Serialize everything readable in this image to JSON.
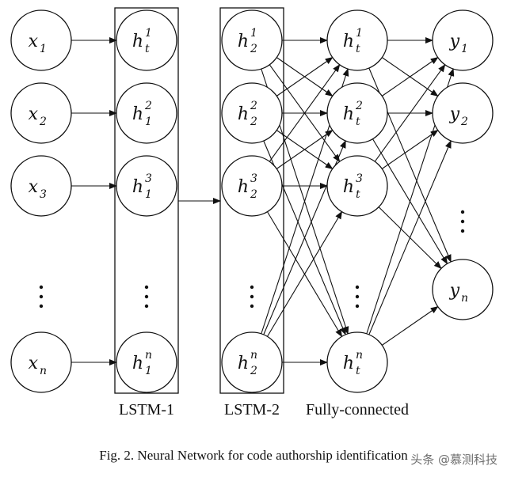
{
  "input_nodes": [
    {
      "base": "x",
      "sub": "1"
    },
    {
      "base": "x",
      "sub": "2"
    },
    {
      "base": "x",
      "sub": "3"
    },
    {
      "base": "x",
      "sub": "n"
    }
  ],
  "lstm1_nodes": [
    {
      "base": "h",
      "sup": "1",
      "sub": "t"
    },
    {
      "base": "h",
      "sup": "2",
      "sub": "1"
    },
    {
      "base": "h",
      "sup": "3",
      "sub": "1"
    },
    {
      "base": "h",
      "sup": "n",
      "sub": "1"
    }
  ],
  "lstm2_nodes": [
    {
      "base": "h",
      "sup": "1",
      "sub": "2"
    },
    {
      "base": "h",
      "sup": "2",
      "sub": "2"
    },
    {
      "base": "h",
      "sup": "3",
      "sub": "2"
    },
    {
      "base": "h",
      "sup": "n",
      "sub": "2"
    }
  ],
  "fc_nodes": [
    {
      "base": "h",
      "sup": "1",
      "sub": "t"
    },
    {
      "base": "h",
      "sup": "2",
      "sub": "t"
    },
    {
      "base": "h",
      "sup": "3",
      "sub": "t"
    },
    {
      "base": "h",
      "sup": "n",
      "sub": "t"
    }
  ],
  "output_nodes": [
    {
      "base": "y",
      "sub": "1"
    },
    {
      "base": "y",
      "sub": "2"
    },
    {
      "base": "y",
      "sub": "n"
    }
  ],
  "labels": {
    "lstm1": "LSTM-1",
    "lstm2": "LSTM-2",
    "fc": "Fully-connected"
  },
  "caption": "Fig. 2.  Neural Network for code authorship identification",
  "watermark": "头条 @慕测科技"
}
